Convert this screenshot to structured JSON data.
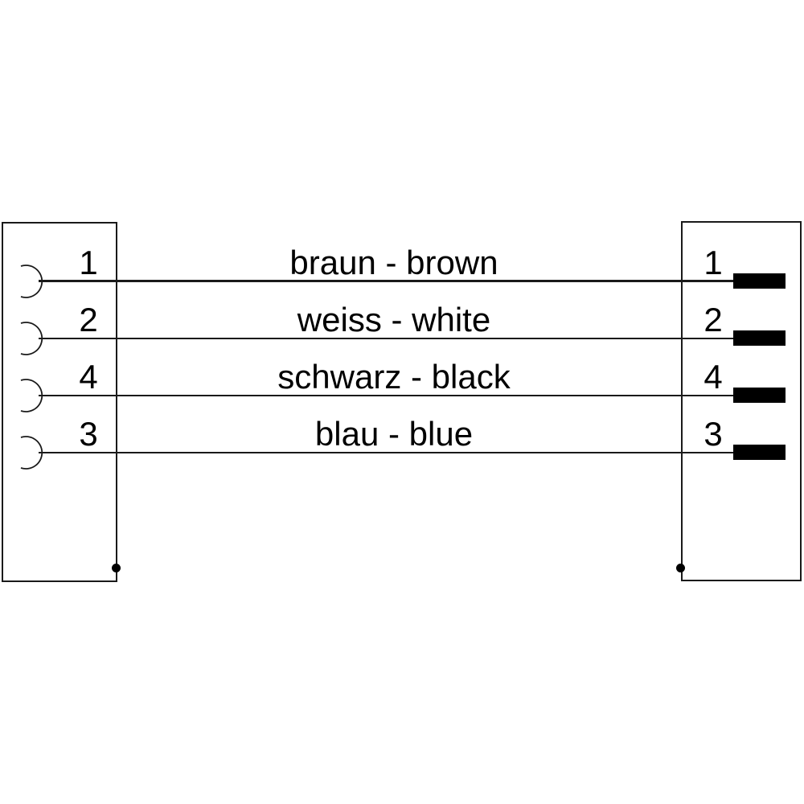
{
  "connectors": {
    "left": {
      "pins": [
        "1",
        "2",
        "4",
        "3"
      ]
    },
    "right": {
      "pins": [
        "1",
        "2",
        "4",
        "3"
      ]
    }
  },
  "wires": [
    {
      "left_pin": "1",
      "right_pin": "1",
      "label": "braun - brown"
    },
    {
      "left_pin": "2",
      "right_pin": "2",
      "label": "weiss - white"
    },
    {
      "left_pin": "4",
      "right_pin": "4",
      "label": "schwarz - black"
    },
    {
      "left_pin": "3",
      "right_pin": "3",
      "label": "blau - blue"
    }
  ],
  "colors": {
    "line": "#1a1a1a",
    "pin_contact_fill": "#000000",
    "text": "#000000",
    "background": "#ffffff"
  }
}
